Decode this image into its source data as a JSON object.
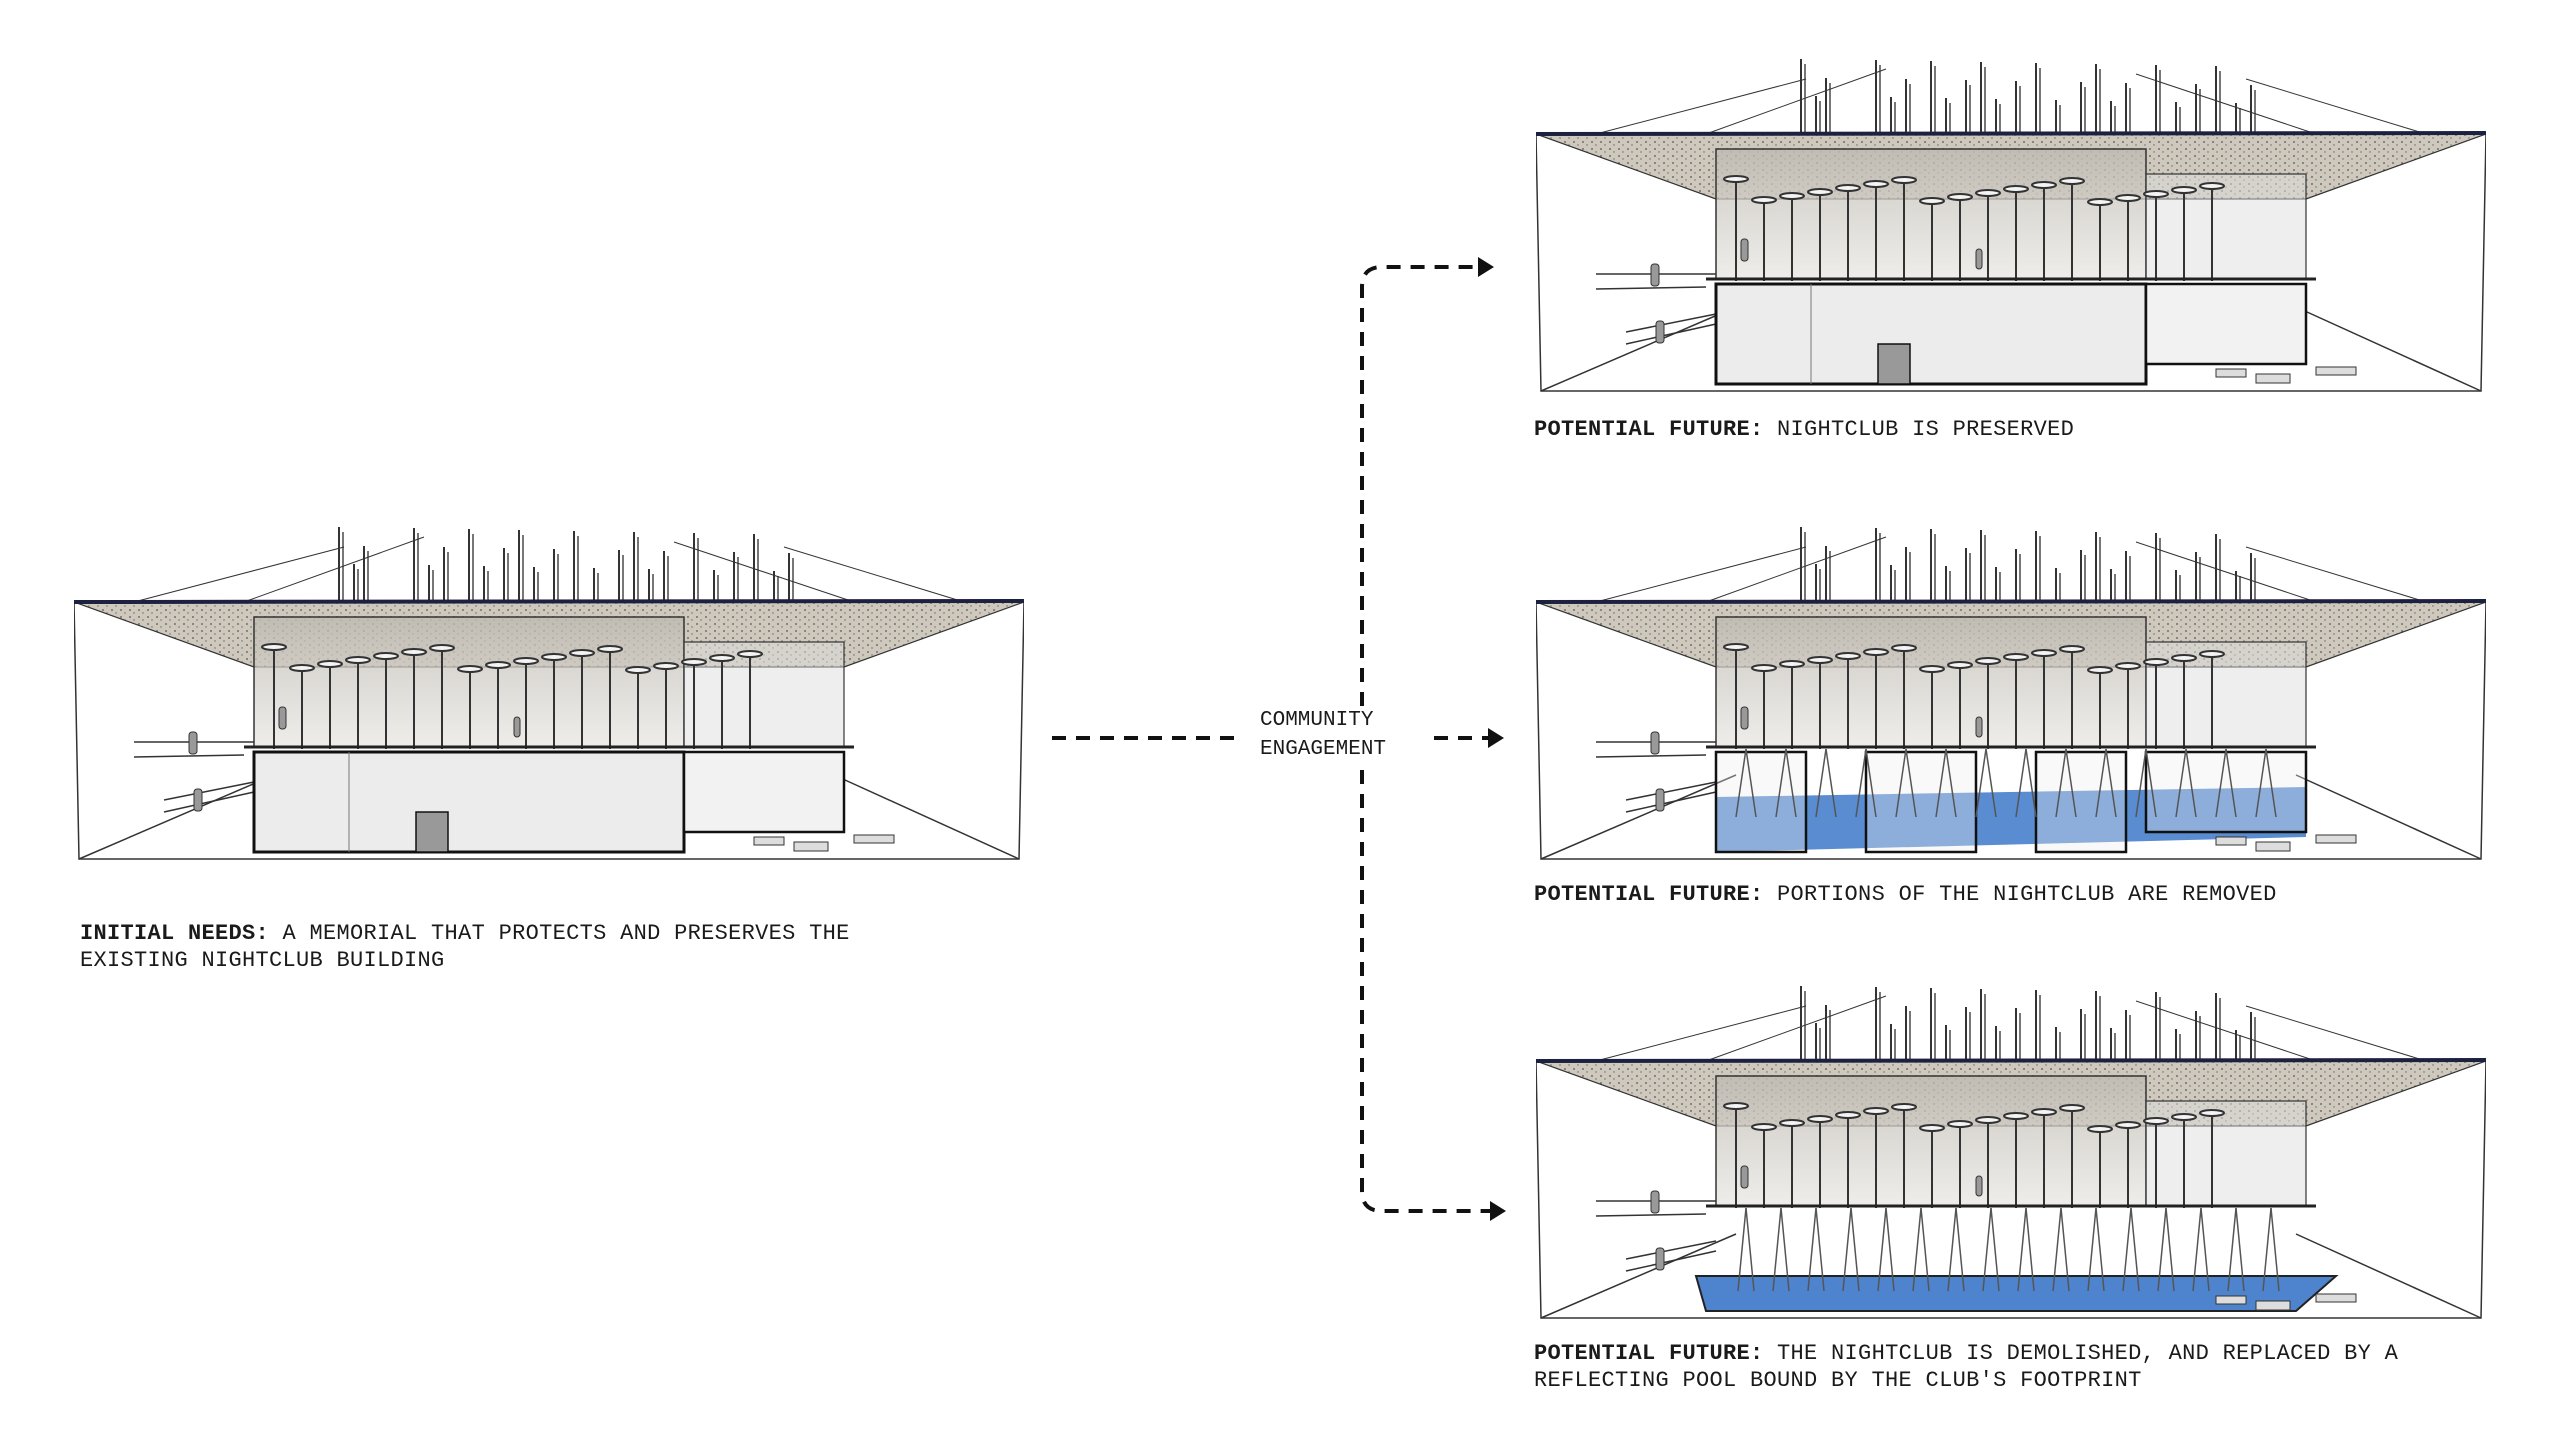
{
  "initial": {
    "label": "INITIAL NEEDS:",
    "line1": " A MEMORIAL THAT PROTECTS AND PRESERVES THE",
    "line2": "EXISTING NIGHTCLUB BUILDING"
  },
  "process": {
    "line1": "COMMUNITY",
    "line2": "ENGAGEMENT"
  },
  "futures": [
    {
      "label": "POTENTIAL FUTURE:",
      "line1": " NIGHTCLUB IS PRESERVED",
      "line2": ""
    },
    {
      "label": "POTENTIAL FUTURE:",
      "line1": " PORTIONS OF THE NIGHTCLUB ARE REMOVED",
      "line2": ""
    },
    {
      "label": "POTENTIAL FUTURE:",
      "line1": " THE NIGHTCLUB IS DEMOLISHED, AND REPLACED BY A",
      "line2": "REFLECTING POOL BOUND BY THE CLUB'S FOOTPRINT"
    }
  ],
  "colors": {
    "ink": "#1a1a1a",
    "roof": "#1c2140",
    "canopy": "#cfc9bd",
    "water": "#2f6fc4",
    "box": "#ececec"
  }
}
